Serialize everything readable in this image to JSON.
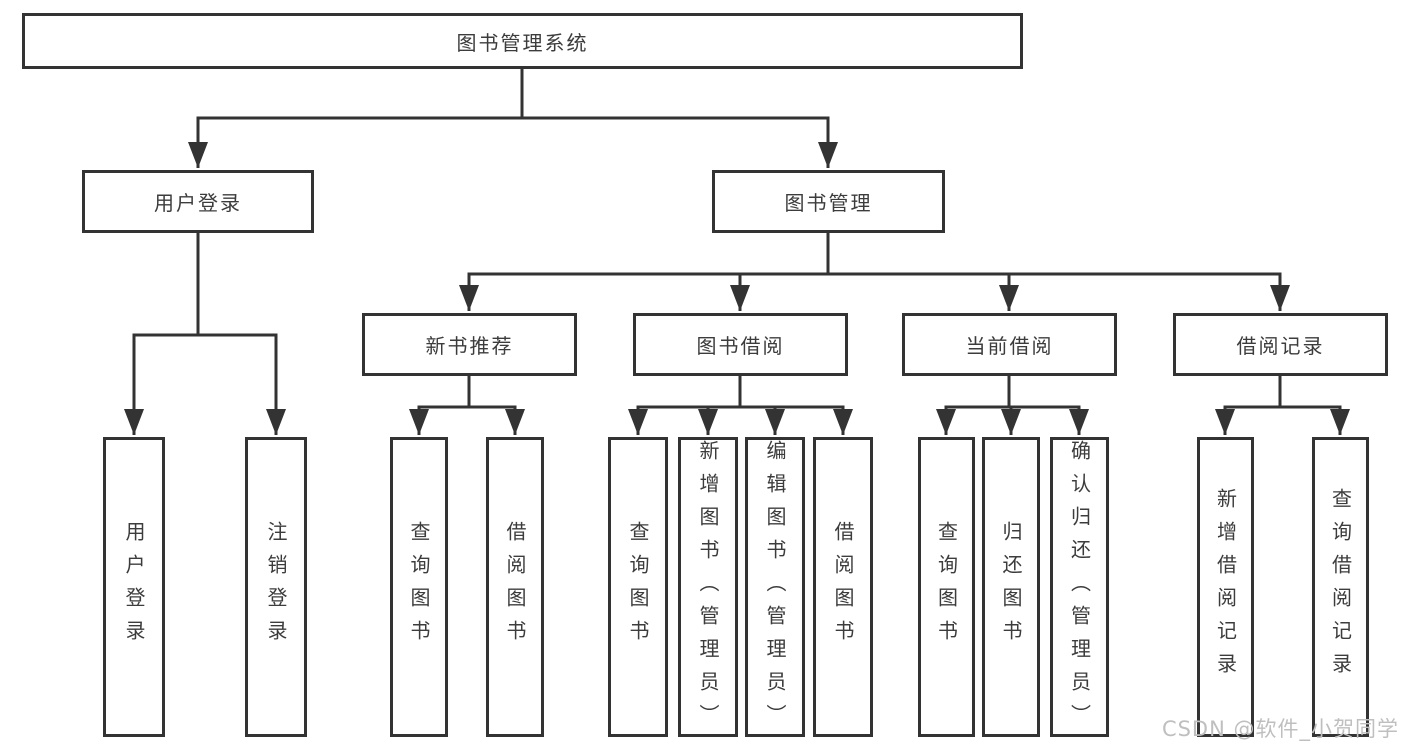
{
  "tree": {
    "label": "图书管理系统",
    "children": [
      {
        "label": "用户登录",
        "children": [
          {
            "label": "用户登录"
          },
          {
            "label": "注销登录"
          }
        ]
      },
      {
        "label": "图书管理",
        "children": [
          {
            "label": "新书推荐",
            "children": [
              {
                "label": "查询图书"
              },
              {
                "label": "借阅图书"
              }
            ]
          },
          {
            "label": "图书借阅",
            "children": [
              {
                "label": "查询图书"
              },
              {
                "label": "新增图书（管理员）"
              },
              {
                "label": "编辑图书（管理员）"
              },
              {
                "label": "借阅图书"
              }
            ]
          },
          {
            "label": "当前借阅",
            "children": [
              {
                "label": "查询图书"
              },
              {
                "label": "归还图书"
              },
              {
                "label": "确认归还（管理员）"
              }
            ]
          },
          {
            "label": "借阅记录",
            "children": [
              {
                "label": "新增借阅记录"
              },
              {
                "label": "查询借阅记录"
              }
            ]
          }
        ]
      }
    ]
  },
  "watermark": {
    "text": "CSDN @软件_小贺同学",
    "color": "#bfbfbf"
  },
  "colors": {
    "line": "#333333",
    "box_border": "#333333",
    "text": "#3c3c3c",
    "background": "#ffffff"
  }
}
